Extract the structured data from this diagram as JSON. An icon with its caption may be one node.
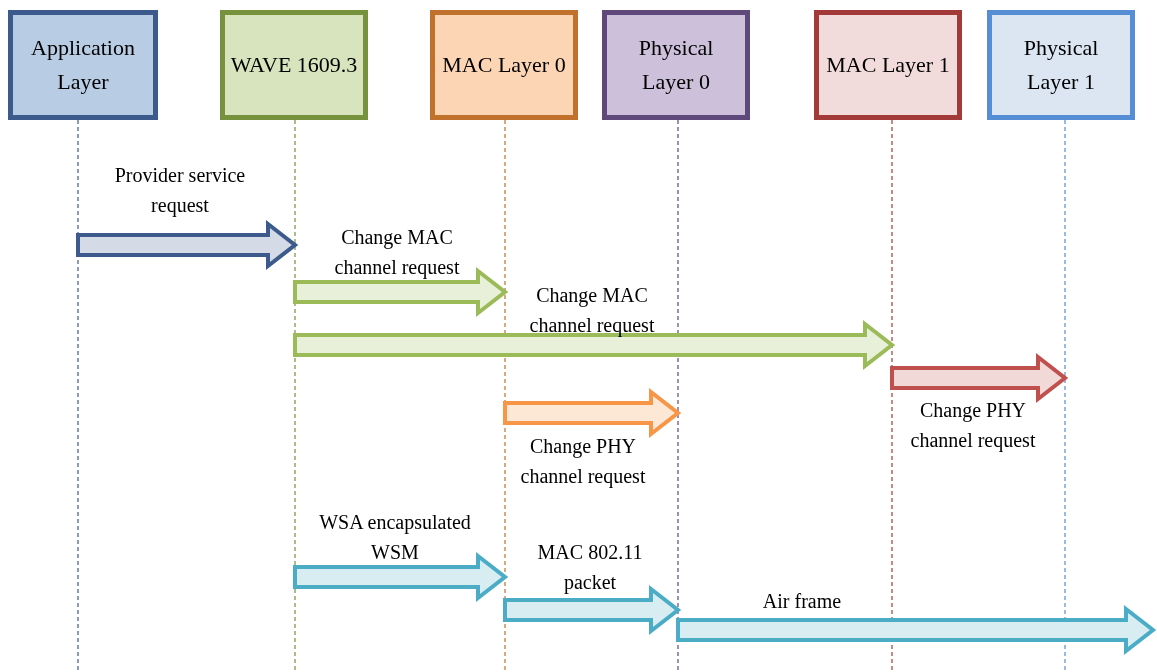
{
  "diagram": {
    "nodes": [
      {
        "text": [
          "Application Layer"
        ]
      },
      {
        "text": [
          "WAVE 1609.3"
        ]
      },
      {
        "text": [
          "MAC Layer 0"
        ]
      },
      {
        "text": [
          "Physical Layer 0"
        ]
      },
      {
        "text": [
          "MAC Layer 1"
        ]
      },
      {
        "text": [
          "Physical Layer 1"
        ]
      }
    ],
    "edges": [
      {
        "from": 0,
        "to": 1,
        "arrow": "to",
        "label": "Provider service request",
        "color": "#3c5a8c"
      },
      {
        "from": 1,
        "to": 2,
        "arrow": "to",
        "label": "Change MAC channel request",
        "color": "#9bbb59"
      },
      {
        "from": 1,
        "to": 4,
        "arrow": "to",
        "label": "Change MAC channel request",
        "color": "#9bbb59"
      },
      {
        "from": 4,
        "to": 5,
        "arrow": "to",
        "label": "Change PHY channel request",
        "color": "#c0504d"
      },
      {
        "from": 2,
        "to": 3,
        "arrow": "to",
        "label": "Change PHY channel request",
        "color": "#f79646"
      },
      {
        "from": 1,
        "to": 2,
        "arrow": "to",
        "label": "WSA encapsulated WSM"
      },
      {
        "from": 2,
        "to": 3,
        "arrow": "to",
        "label": "MAC 802.11 packet"
      },
      {
        "from": 3,
        "to": null,
        "arrow": "to",
        "label": "Air frame"
      }
    ]
  }
}
